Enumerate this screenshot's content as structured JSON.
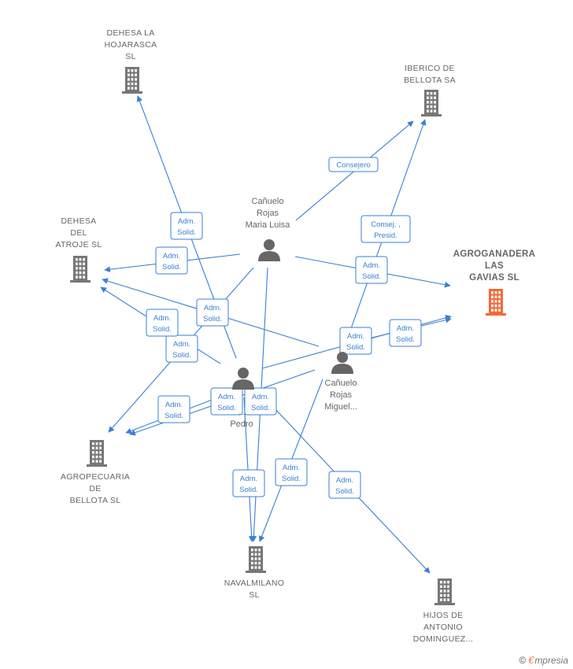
{
  "colors": {
    "edge": "#3a7fd5",
    "building": "#777777",
    "highlight": "#f26a3a",
    "person": "#666666"
  },
  "companies": [
    {
      "id": "dehesa_hoj",
      "lines": [
        "DEHESA LA",
        "HOJARASCA",
        "SL"
      ],
      "icon": "building-icon"
    },
    {
      "id": "iberico",
      "lines": [
        "IBERICO DE",
        "BELLOTA SA"
      ],
      "icon": "building-icon"
    },
    {
      "id": "agroganadera",
      "lines": [
        "AGROGANADERA",
        "LAS",
        "GAVIAS  SL"
      ],
      "icon": "building-icon",
      "highlight": true
    },
    {
      "id": "dehesa_atr",
      "lines": [
        "DEHESA",
        "DEL",
        "ATROJE SL"
      ],
      "icon": "building-icon"
    },
    {
      "id": "agropecuaria",
      "lines": [
        "AGROPECUARIA",
        "DE",
        "BELLOTA  SL"
      ],
      "icon": "building-icon"
    },
    {
      "id": "navalmilano",
      "lines": [
        "NAVALMILANO",
        "SL"
      ],
      "icon": "building-icon"
    },
    {
      "id": "hijos",
      "lines": [
        "HIJOS DE",
        "ANTONIO",
        "DOMINGUEZ..."
      ],
      "icon": "building-icon"
    }
  ],
  "persons": [
    {
      "id": "maria",
      "lines": [
        "Cañuelo",
        "Rojas",
        "Maria Luisa"
      ],
      "icon": "person-icon"
    },
    {
      "id": "miguel",
      "lines": [
        "Cañuelo",
        "Rojas",
        "Miguel..."
      ],
      "icon": "person-icon"
    },
    {
      "id": "pedro",
      "lines": [
        "...",
        "Pedro"
      ],
      "icon": "person-icon"
    }
  ],
  "relations": [
    {
      "from": "maria",
      "to": "iberico",
      "label": [
        "Consejero"
      ]
    },
    {
      "from": "maria",
      "to": "dehesa_atr",
      "label": [
        "Adm.",
        "Solid."
      ]
    },
    {
      "from": "maria",
      "to": "agroganadera",
      "label": [
        "Adm.",
        "Solid."
      ]
    },
    {
      "from": "maria",
      "to": "agropecuaria",
      "label": [
        "Adm.",
        "Solid."
      ]
    },
    {
      "from": "maria",
      "to": "navalmilano",
      "label": [
        "Adm.",
        "Solid."
      ]
    },
    {
      "from": "miguel",
      "to": "iberico",
      "label": [
        "Consej. ,",
        "Presid."
      ]
    },
    {
      "from": "miguel",
      "to": "dehesa_atr",
      "label": [
        "Adm.",
        "Solid."
      ]
    },
    {
      "from": "miguel",
      "to": "agropecuaria",
      "label": [
        "Adm.",
        "Solid."
      ]
    },
    {
      "from": "miguel",
      "to": "navalmilano",
      "label": [
        "Adm.",
        "Solid."
      ]
    },
    {
      "from": "pedro",
      "to": "dehesa_hoj",
      "label": [
        "Adm.",
        "Solid."
      ]
    },
    {
      "from": "pedro",
      "to": "dehesa_atr",
      "label": [
        "Adm.",
        "Solid."
      ]
    },
    {
      "from": "pedro",
      "to": "agroganadera",
      "label": [
        "Adm.",
        "Solid."
      ]
    },
    {
      "from": "pedro",
      "to": "agropecuaria",
      "label": [
        "Adm.",
        "Solid."
      ]
    },
    {
      "from": "pedro",
      "to": "navalmilano",
      "label": [
        "Adm.",
        "Solid."
      ]
    },
    {
      "from": "pedro",
      "to": "hijos",
      "label": [
        "Adm.",
        "Solid."
      ]
    },
    {
      "from": "miguel",
      "to": "agroganadera",
      "label": [
        "Adm.",
        "Solid."
      ]
    }
  ],
  "footer": {
    "copyright": "©",
    "brand_initial": "€",
    "brand_rest": "mpresia"
  }
}
